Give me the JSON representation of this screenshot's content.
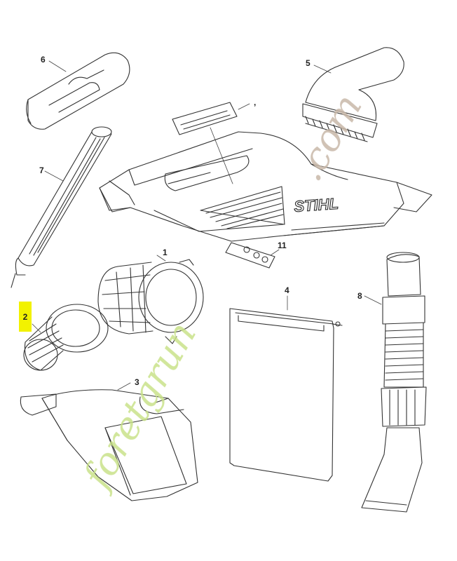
{
  "watermark": {
    "part1": "foretgrun",
    "part2": ".com",
    "color1": "#c9e28a",
    "color2": "#f2c08a",
    "color3": "#c8b8a8"
  },
  "brand_logo": "STIHL",
  "highlight_color": "#f2f200",
  "callouts": {
    "c1": "1",
    "c2": "2",
    "c3": "3",
    "c4": "4",
    "c5": "5",
    "c6": "6",
    "c7": "7",
    "c8": "8",
    "c11": "11",
    "ctick": ","
  }
}
